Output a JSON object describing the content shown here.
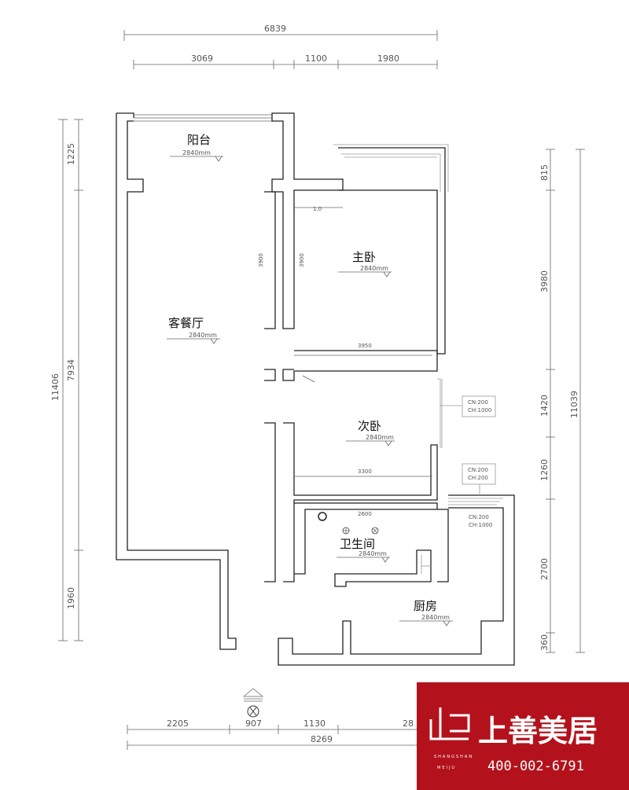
{
  "dimensions": {
    "top": {
      "total": "6839",
      "seg1": "3069",
      "seg2": "1100",
      "seg3": "1980"
    },
    "bottom": {
      "total": "8269",
      "seg1": "2205",
      "seg2": "907",
      "seg3": "1130",
      "seg4": "28"
    },
    "left": {
      "total": "11406",
      "seg1": "1225",
      "seg2": "7934",
      "seg3": "1960"
    },
    "right": {
      "total": "11039",
      "seg1": "815",
      "seg2": "3980",
      "seg3": "1420",
      "seg4": "1260",
      "seg5": "2700",
      "seg6": "360"
    }
  },
  "rooms": {
    "balcony": {
      "name": "阳台",
      "level": "2840mm"
    },
    "master_bedroom": {
      "name": "主卧",
      "level": "2840mm"
    },
    "living_dining": {
      "name": "客餐厅",
      "level": "2840mm"
    },
    "second_bedroom": {
      "name": "次卧",
      "level": "2840mm"
    },
    "bathroom": {
      "name": "卫生间",
      "level": "2840mm"
    },
    "kitchen": {
      "name": "厨房",
      "level": "2840mm"
    }
  },
  "annotations": {
    "master_door": "1.0",
    "master_wall_label": "3950",
    "second_wall_label": "3300",
    "wall_left_a": "3900",
    "wall_left_b": "3900",
    "bath_wall": "2600",
    "box1": [
      "CN:200",
      "CH:1000"
    ],
    "box2": [
      "CN:200",
      "CH:200"
    ],
    "box3": [
      "CN:200",
      "CH:1000"
    ]
  },
  "brand": {
    "name": "上善美居",
    "pinyin_line1": "SHANGSHAN",
    "pinyin_line2": "MEIJU",
    "phone": "400-002-6791",
    "color": "#b3121c"
  }
}
